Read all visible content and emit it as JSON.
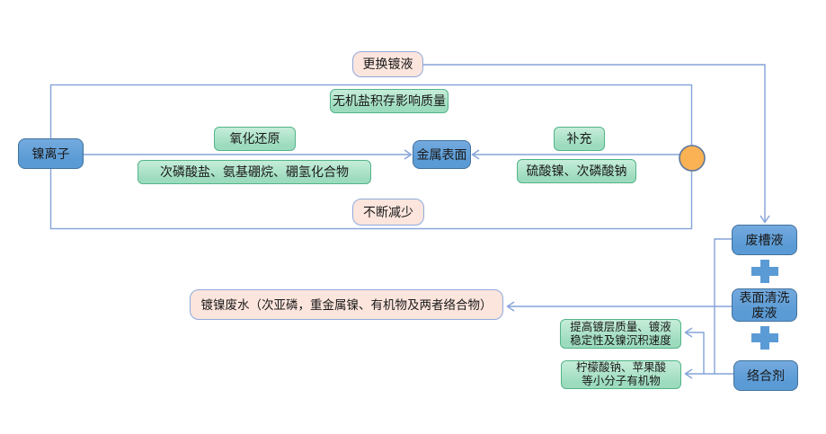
{
  "colors": {
    "blue_fill": "#5B9BD5",
    "blue_border": "#41719C",
    "green_fill_top": "#C6EDD9",
    "green_fill_bottom": "#9CDBBE",
    "green_border": "#52B488",
    "pink_fill": "#FCE5DD",
    "pink_border": "#8FAADC",
    "line": "#84A3D9",
    "circle_fill": "#FAB254",
    "circle_border": "#5D7599",
    "plus": "#5B9BD5",
    "text": "#1A1A1A"
  },
  "nodes": {
    "replace_bath": "更换镀液",
    "inorganic_salt_note": "无机盐积存影响质量",
    "nickel_ion": "镍离子",
    "redox": "氧化还原",
    "reducing_agents": "次磷酸盐、氨基硼烷、硼氢化合物",
    "metal_surface": "金属表面",
    "replenish": "补充",
    "replenish_chemicals": "硫酸镍、次磷酸钠",
    "decreasing_note": "不断减少",
    "plating_wastewater": "镀镍废水（次亚磷，重金属镍、有机物及两者络合物）",
    "waste_tank_liquid": "废槽液",
    "surface_cleaning_waste": "表面清洗废液",
    "complexing_agent": "络合剂",
    "complexing_effect": "提高镀层质量、镀液稳定性及镍沉积速度",
    "complexing_examples": "柠檬酸钠、苹果酸等小分子有机物"
  },
  "icons": [
    "plus-icon",
    "plus-icon",
    "junction-circle-icon",
    "arrowhead-icon"
  ]
}
